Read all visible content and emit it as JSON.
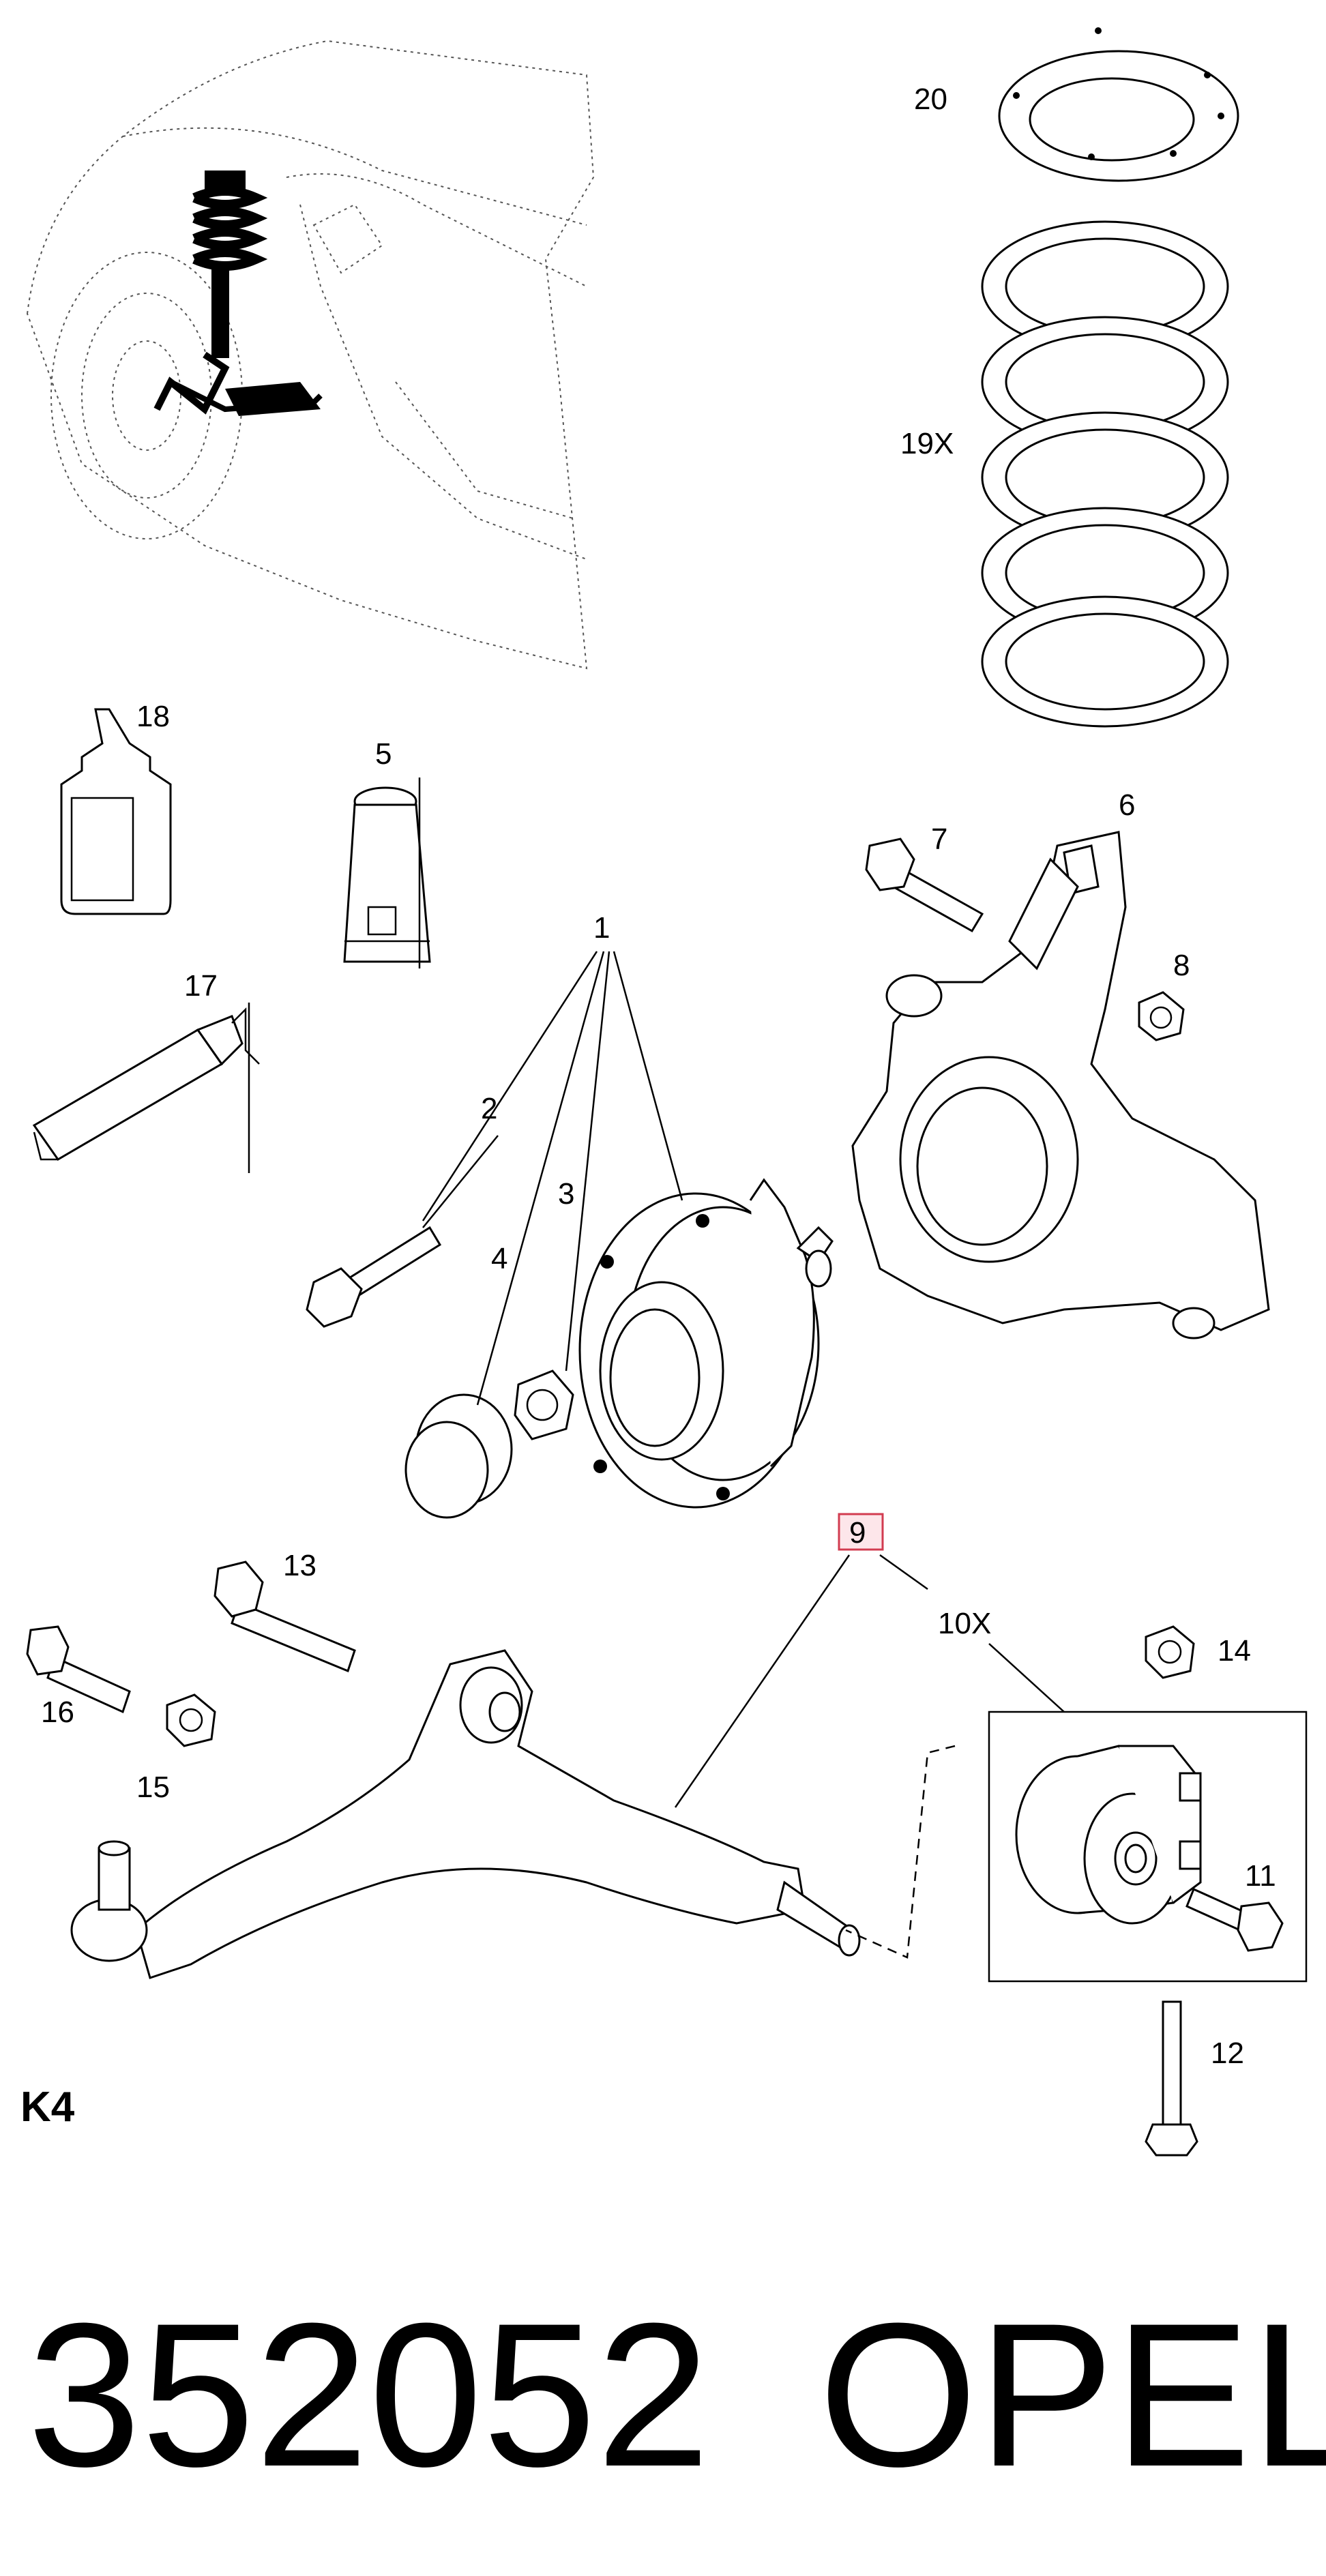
{
  "diagram": {
    "section": "K4",
    "part_number": "352052",
    "brand": "OPEL",
    "callouts": {
      "c1": "1",
      "c2": "2",
      "c3": "3",
      "c4": "4",
      "c5": "5",
      "c6": "6",
      "c7": "7",
      "c8": "8",
      "c9": "9",
      "c10": "10X",
      "c11": "11",
      "c12": "12",
      "c13": "13",
      "c14": "14",
      "c15": "15",
      "c16": "16",
      "c17": "17",
      "c18": "18",
      "c19": "19X",
      "c20": "20"
    },
    "highlight_color": "#d23c50"
  }
}
